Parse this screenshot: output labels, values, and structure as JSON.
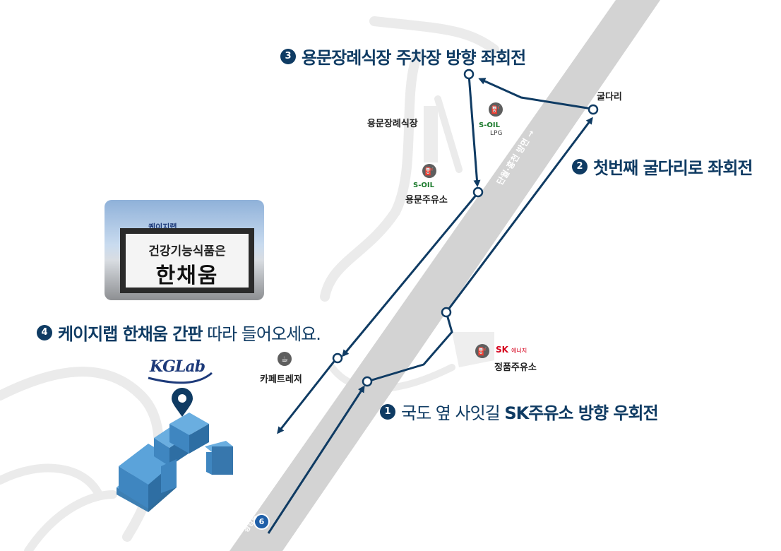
{
  "steps": [
    {
      "num": "1",
      "pre": "국도 옆 사잇길 ",
      "bold": "SK주유소 방향 우회전"
    },
    {
      "num": "2",
      "text": "첫번째 굴다리로 좌회전"
    },
    {
      "num": "3",
      "text": "용문장례식장 주차장 방향  좌회전"
    },
    {
      "num": "4",
      "bold": "케이지랩 한채움 간판",
      "post": " 따라 들어오세요."
    }
  ],
  "places": {
    "funeral_hall": "용문장례식장",
    "bridge": "굴다리",
    "cafe": "카페트레져",
    "station1": "용문주유소",
    "station2": "정품주유소"
  },
  "brands": {
    "soil": "S-OIL",
    "lpg": "LPG",
    "sk": "SK",
    "sk_sub": "에너지"
  },
  "road": {
    "number": "6",
    "name": "경강로",
    "direction": "단월·홍천 방면 →"
  },
  "billboard": {
    "company": "케이지랩",
    "line1": "건강기능식품은",
    "line2": "한채움"
  },
  "logo": "KGLab",
  "colors": {
    "route": "#0f3b63",
    "road": "#d3d3d3",
    "building": "#4a90c8",
    "sk": "#d6001c",
    "soil": "#1b7a2c"
  },
  "icons": {
    "gas": "gas-station-icon",
    "cafe": "coffee-cup-icon",
    "pin": "location-pin-icon"
  }
}
